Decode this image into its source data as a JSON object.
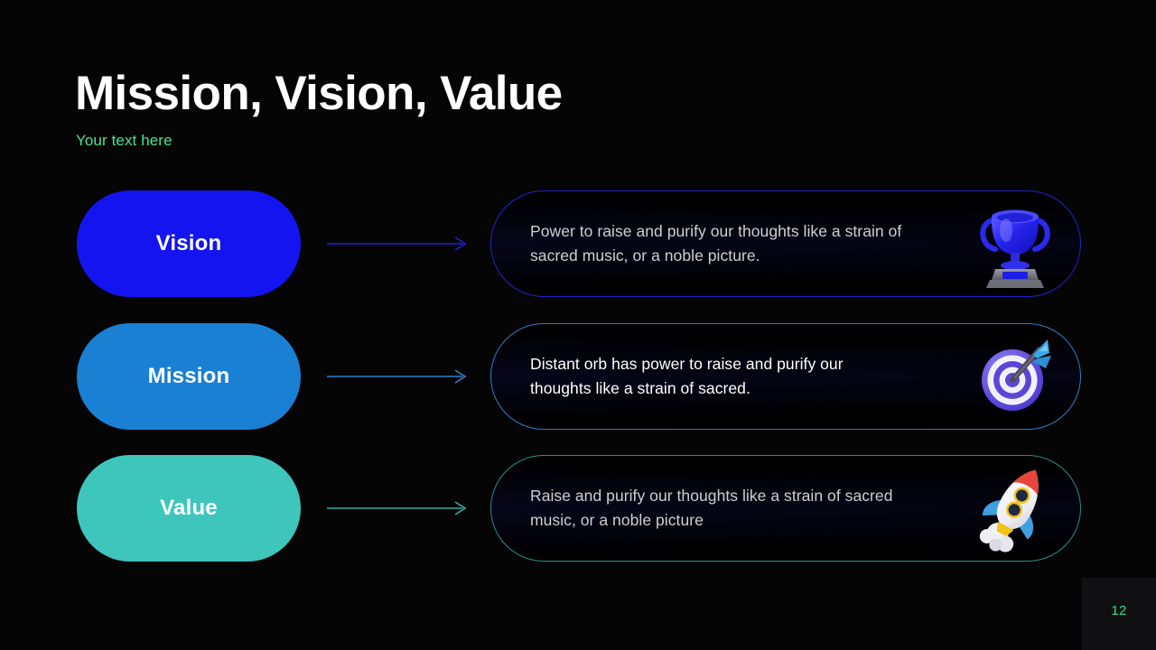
{
  "slide": {
    "background_color": "#050505",
    "title": "Mission, Vision, Value",
    "subtitle": "Your text here",
    "subtitle_color": "#45e490",
    "page_number": "12",
    "page_number_color": "#2ddf8b"
  },
  "rows": [
    {
      "label": "Vision",
      "label_fill": "#1414f0",
      "border_color": "#2222cc",
      "arrow_color": "#1f1fd8",
      "text": "Power to raise and purify our thoughts like a strain of\nsacred music, or a noble picture.",
      "text_color": "#cfcfd2",
      "icon": "trophy-icon"
    },
    {
      "label": "Mission",
      "label_fill": "#1a80d4",
      "border_color": "#2d7ec8",
      "arrow_color": "#2d7ec8",
      "text": "Distant  orb has power to raise and  purify our\nthoughts like a strain of sacred.",
      "text_color": "#ffffff",
      "icon": "target-dart-icon"
    },
    {
      "label": "Value",
      "label_fill": "#3ec6bd",
      "border_color": "#2c8c86",
      "arrow_color": "#3aa9a2",
      "text": "Raise and  purify our thoughts like a strain of sacred\nmusic, or a noble picture",
      "text_color": "#cfcfd2",
      "icon": "rocket-icon"
    }
  ]
}
